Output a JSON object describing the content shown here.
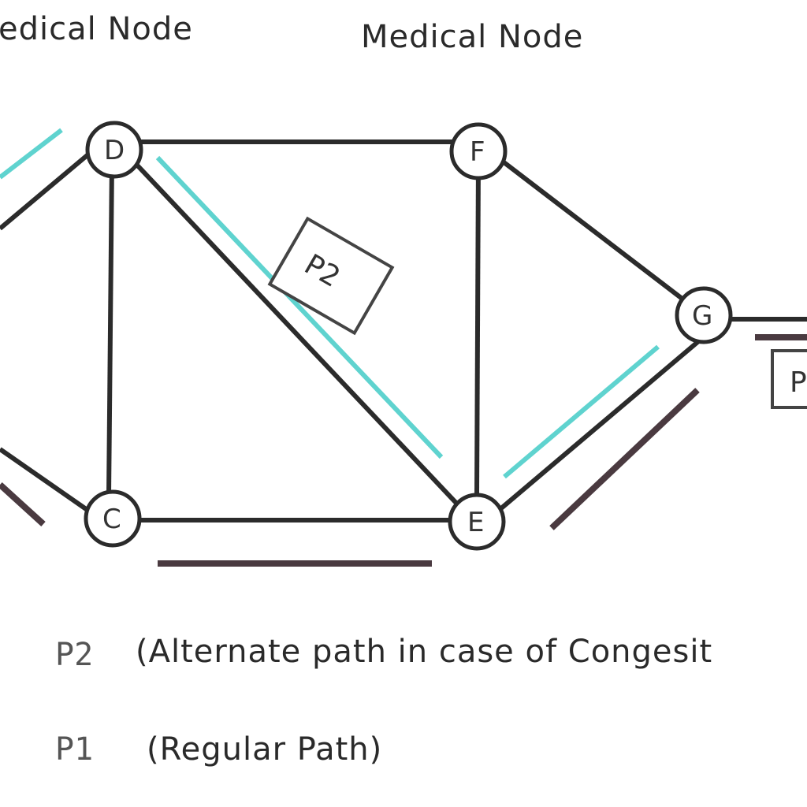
{
  "header": {
    "left_label": "edical Node",
    "right_label": "Medical Node"
  },
  "nodes": [
    {
      "id": "D",
      "label": "D"
    },
    {
      "id": "F",
      "label": "F"
    },
    {
      "id": "G",
      "label": "G"
    },
    {
      "id": "C",
      "label": "C"
    },
    {
      "id": "E",
      "label": "E"
    }
  ],
  "path_tags": {
    "p2": "P2",
    "p1_partial": "P"
  },
  "legend": {
    "p2_key": "P2",
    "p2_desc": "(Alternate path in case of Congesit",
    "p1_key": "P1",
    "p1_desc": "(Regular Path)"
  },
  "colors": {
    "edge": "#2b2b2b",
    "alternate_path": "#5fd3cf",
    "regular_path": "#4a3a40",
    "node_fill": "#ffffff"
  }
}
